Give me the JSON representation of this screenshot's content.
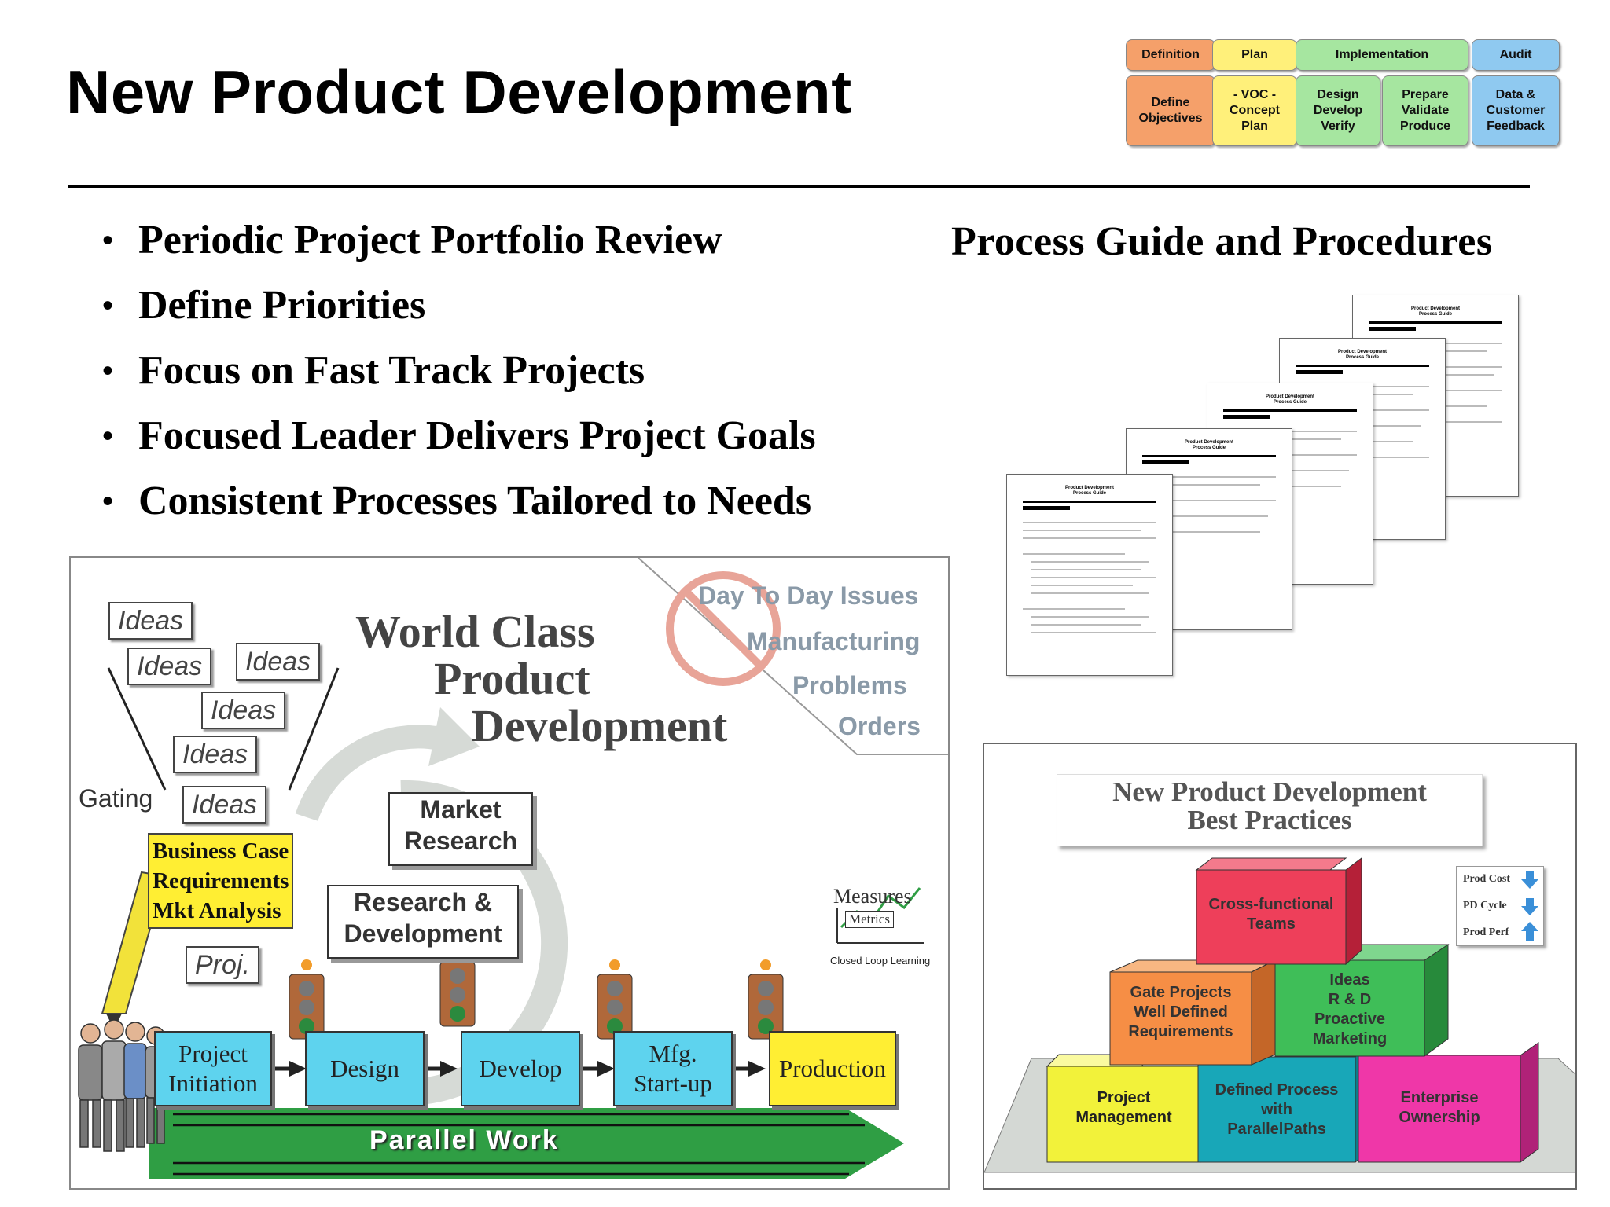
{
  "page": {
    "title": "New Product Development",
    "phases": {
      "headers": [
        {
          "label": "Definition",
          "color": "#f5a06a"
        },
        {
          "label": "Plan",
          "color": "#fff07a"
        },
        {
          "label": "Implementation",
          "color": "#a6e6a0"
        },
        {
          "label": "Audit",
          "color": "#8fc9f0"
        }
      ],
      "steps": [
        {
          "label": "Define\nObjectives",
          "color": "#f5a06a"
        },
        {
          "label": "- VOC -\nConcept\nPlan",
          "color": "#fff07a"
        },
        {
          "label": "Design\nDevelop\nVerify",
          "color": "#a6e6a0"
        },
        {
          "label": "Prepare\nValidate\nProduce",
          "color": "#a6e6a0"
        },
        {
          "label": "Data &\nCustomer\nFeedback",
          "color": "#8fc9f0"
        }
      ]
    },
    "bullets": [
      "Periodic Project Portfolio Review",
      "Define Priorities",
      "Focus on Fast Track Projects",
      "Focused Leader Delivers Project Goals",
      "Consistent Processes Tailored to Needs"
    ],
    "bullet_glyph": "•",
    "guide_title": "Process Guide and Procedures",
    "doc_header": "Product Development\nProcess Guide"
  },
  "world_class": {
    "ideas": [
      "Ideas",
      "Ideas",
      "Ideas",
      "Ideas",
      "Ideas",
      "Ideas"
    ],
    "gating": "Gating",
    "title_lines": [
      "World Class",
      "Product",
      "Development"
    ],
    "day_issues": [
      "Day To Day Issues",
      "Manufacturing",
      "Problems",
      "Orders"
    ],
    "market_research": "Market\nResearch",
    "rnd": "Research &\nDevelopment",
    "business_case": "Business Case\nRequirements\nMkt Analysis",
    "proj": "Proj.",
    "measures": "Measures",
    "metrics": "Metrics",
    "closed_loop": "Closed Loop Learning",
    "stages": [
      {
        "label": "Project\nInitiation",
        "color": "#5ed3ee"
      },
      {
        "label": "Design",
        "color": "#5ed3ee"
      },
      {
        "label": "Develop",
        "color": "#5ed3ee"
      },
      {
        "label": "Mfg.\nStart-up",
        "color": "#5ed3ee"
      },
      {
        "label": "Production",
        "color": "#ffee33"
      }
    ],
    "parallel": "Parallel  Work"
  },
  "best_practices": {
    "title": "New Product Development\nBest Practices",
    "legend": [
      "Prod Cost",
      "PD Cycle",
      "Prod Perf"
    ],
    "blocks": [
      {
        "label": "Cross-functional\nTeams",
        "color": "#ee3f5a"
      },
      {
        "label": "Gate Projects\nWell Defined\nRequirements",
        "color": "#f68e45"
      },
      {
        "label": "Ideas\nR & D\nProactive\nMarketing",
        "color": "#3fbe58"
      },
      {
        "label": "Project\nManagement",
        "color": "#f2f23a"
      },
      {
        "label": "Defined Process\nwith\nParallelPaths",
        "color": "#18a7b8"
      },
      {
        "label": "Enterprise\nOwnership",
        "color": "#ef37a8"
      }
    ]
  }
}
